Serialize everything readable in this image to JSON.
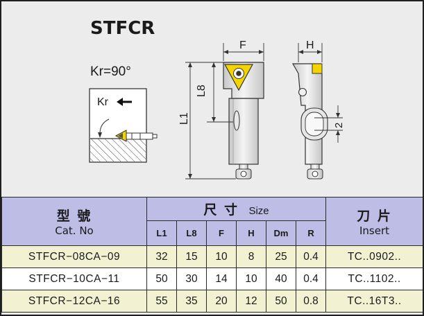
{
  "title": "STFCR",
  "kr_label": "Kr=90°",
  "kr_arrow_label": "Kr",
  "dims": {
    "F": "F",
    "H": "H",
    "L8": "L8",
    "L1": "L1",
    "two": "2"
  },
  "table": {
    "header": {
      "type_cn": "型 號",
      "cat_no": "Cat. No",
      "size_cn": "尺 寸",
      "size_en": "Size",
      "insert_cn": "刀 片",
      "insert_en": "Insert"
    },
    "columns": [
      "L1",
      "L8",
      "F",
      "H",
      "Dm",
      "R"
    ],
    "rows": [
      {
        "cat_no": "STFCR−08CA−09",
        "L1": "32",
        "L8": "15",
        "F": "10",
        "H": "8",
        "Dm": "25",
        "R": "0.4",
        "insert": "TC..0902.."
      },
      {
        "cat_no": "STFCR−10CA−11",
        "L1": "50",
        "L8": "30",
        "F": "14",
        "H": "10",
        "Dm": "40",
        "R": "0.4",
        "insert": "TC..1102.."
      },
      {
        "cat_no": "STFCR−12CA−16",
        "L1": "55",
        "L8": "35",
        "F": "20",
        "H": "12",
        "Dm": "50",
        "R": "0.8",
        "insert": "TC..16T3.."
      }
    ]
  },
  "colors": {
    "header_bg": "#bdbde6",
    "row_odd_bg": "#f2f2d2",
    "row_even_bg": "#ffffff",
    "insert_yellow": "#f4d400",
    "panel_bg": "#ececec"
  }
}
